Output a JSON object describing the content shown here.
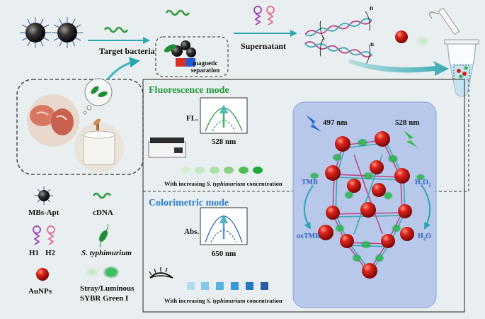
{
  "flow": {
    "step1": "Target bacteria",
    "step2_line1": "magnetic",
    "step2_line2": "separation",
    "step3": "Supernatant",
    "repeat_n_top": "n",
    "repeat_n_bottom": "n"
  },
  "fluorescence": {
    "title": "Fluorescence mode",
    "y_label": "FL.",
    "x_label": "528 nm",
    "caption_prefix": "With increasing ",
    "caption_species": "S. typhimurium",
    "caption_suffix": " concentration",
    "accent": "#1f9a3a"
  },
  "colorimetric": {
    "title": "Colorimetric mode",
    "y_label": "Abs.",
    "x_label": "650 nm",
    "caption_prefix": "With increasing ",
    "caption_species": "S. typhimurium",
    "caption_suffix": " concentration",
    "accent": "#2a7fd4"
  },
  "nanostructure": {
    "excitation": "497 nm",
    "emission": "528 nm",
    "tmb": "TMB",
    "oxtmb": "oxTMB",
    "h2o2_base": "H",
    "h2o2_sub1": "2",
    "h2o2_mid": "O",
    "h2o2_sub2": "2",
    "h2o_base": "H",
    "h2o_sub": "2",
    "h2o_end": "O"
  },
  "legend": {
    "mbs_apt": "MBs-Apt",
    "cdna": "cDNA",
    "h1": "H1",
    "h2": "H2",
    "s_typhimurium": "S. typhimurium",
    "aunps": "AuNPs",
    "sybr_line1": "Stray/Luminous",
    "sybr_line2": "SYBR Green I"
  }
}
